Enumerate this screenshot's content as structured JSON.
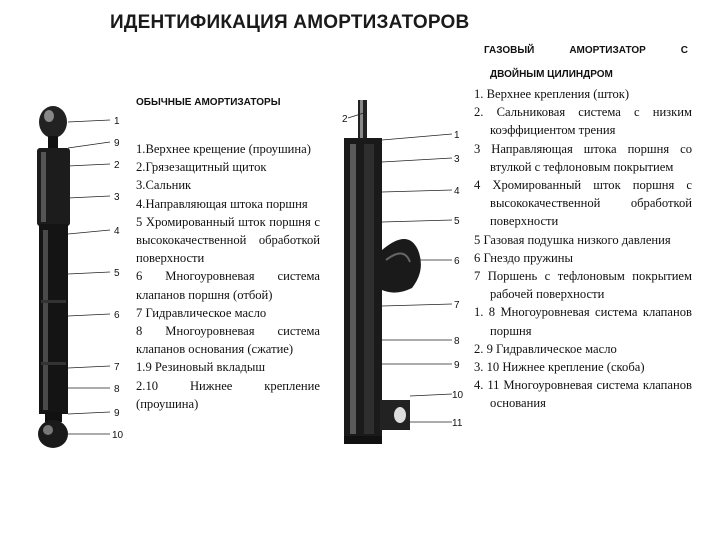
{
  "title": "ИДЕНТИФИКАЦИЯ АМОРТИЗАТОРОВ",
  "left": {
    "heading": "ОБЫЧНЫЕ АМОРТИЗАТОРЫ",
    "items": [
      "1.Верхнее крещение (проушина)",
      "2.Грязезащитный щиток",
      "3.Сальник",
      "4.Направляющая штока поршня",
      "5 Хромированный шток поршня с высококачественной обработкой поверхности",
      "6 Многоуровневая система клапанов поршня (отбой)",
      "7 Гидравлическое масло",
      "8 Многоуровневая система клапанов основания (сжатие)",
      "1.9 Резиновый вкладыш",
      "2.10 Нижнее крепление (проушина)"
    ],
    "callouts": [
      "1",
      "9",
      "2",
      "3",
      "4",
      "5",
      "6",
      "7",
      "8",
      "9",
      "10"
    ]
  },
  "right": {
    "heading_line1": [
      "ГАЗОВЫЙ",
      "АМОРТИЗАТОР",
      "С"
    ],
    "heading_line2": "ДВОЙНЫМ ЦИЛИНДРОМ",
    "items": [
      "1. Верхнее крепления (шток)",
      "2. Сальниковая система с низким коэффициентом трения",
      "3 Направляющая штока поршня со втулкой с тефлоновым покрытием",
      "4 Хромированный шток поршня с высококачественной обработкой поверхности",
      "5 Газовая подушка низкого давления",
      "6 Гнездо пружины",
      "7 Поршень с тефлоновым покрытием рабочей поверхности",
      "1. 8 Многоуровневая система клапанов поршня",
      "2. 9 Гидравлическое масло",
      "3. 10 Нижнее крепление (скоба)",
      "4. 11 Многоуровневая система клапанов основания"
    ],
    "callouts": [
      "2",
      "1",
      "3",
      "4",
      "5",
      "6",
      "7",
      "8",
      "9",
      "10",
      "11"
    ]
  }
}
